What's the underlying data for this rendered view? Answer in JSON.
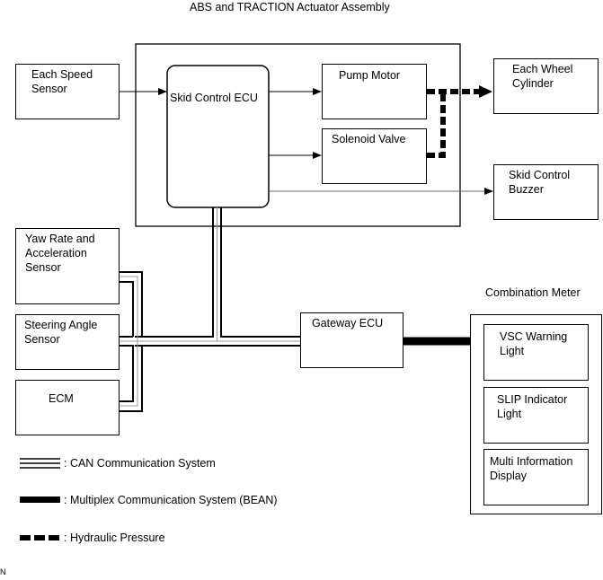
{
  "title": "ABS and TRACTION Actuator Assembly",
  "nodes": {
    "each_speed_sensor": "Each Speed\nSensor",
    "skid_control_ecu": "Skid Control ECU",
    "pump_motor": "Pump Motor",
    "solenoid_valve": "Solenoid Valve",
    "each_wheel_cylinder": "Each Wheel\nCylinder",
    "skid_control_buzzer": "Skid Control\nBuzzer",
    "yaw_rate_sensor": "Yaw Rate and\nAcceleration\nSensor",
    "steering_angle_sensor": "Steering Angle\nSensor",
    "ecm": "ECM",
    "gateway_ecu": "Gateway ECU",
    "combination_meter": "Combination Meter",
    "vsc_warning_light": "VSC Warning\nLight",
    "slip_indicator_light": "SLIP Indicator\nLight",
    "multi_information_display": "Multi Information\nDisplay"
  },
  "legend": {
    "can": ": CAN Communication System",
    "bean": ": Multiplex Communication System (BEAN)",
    "hydraulic": ": Hydraulic Pressure"
  },
  "corner_mark": "N"
}
